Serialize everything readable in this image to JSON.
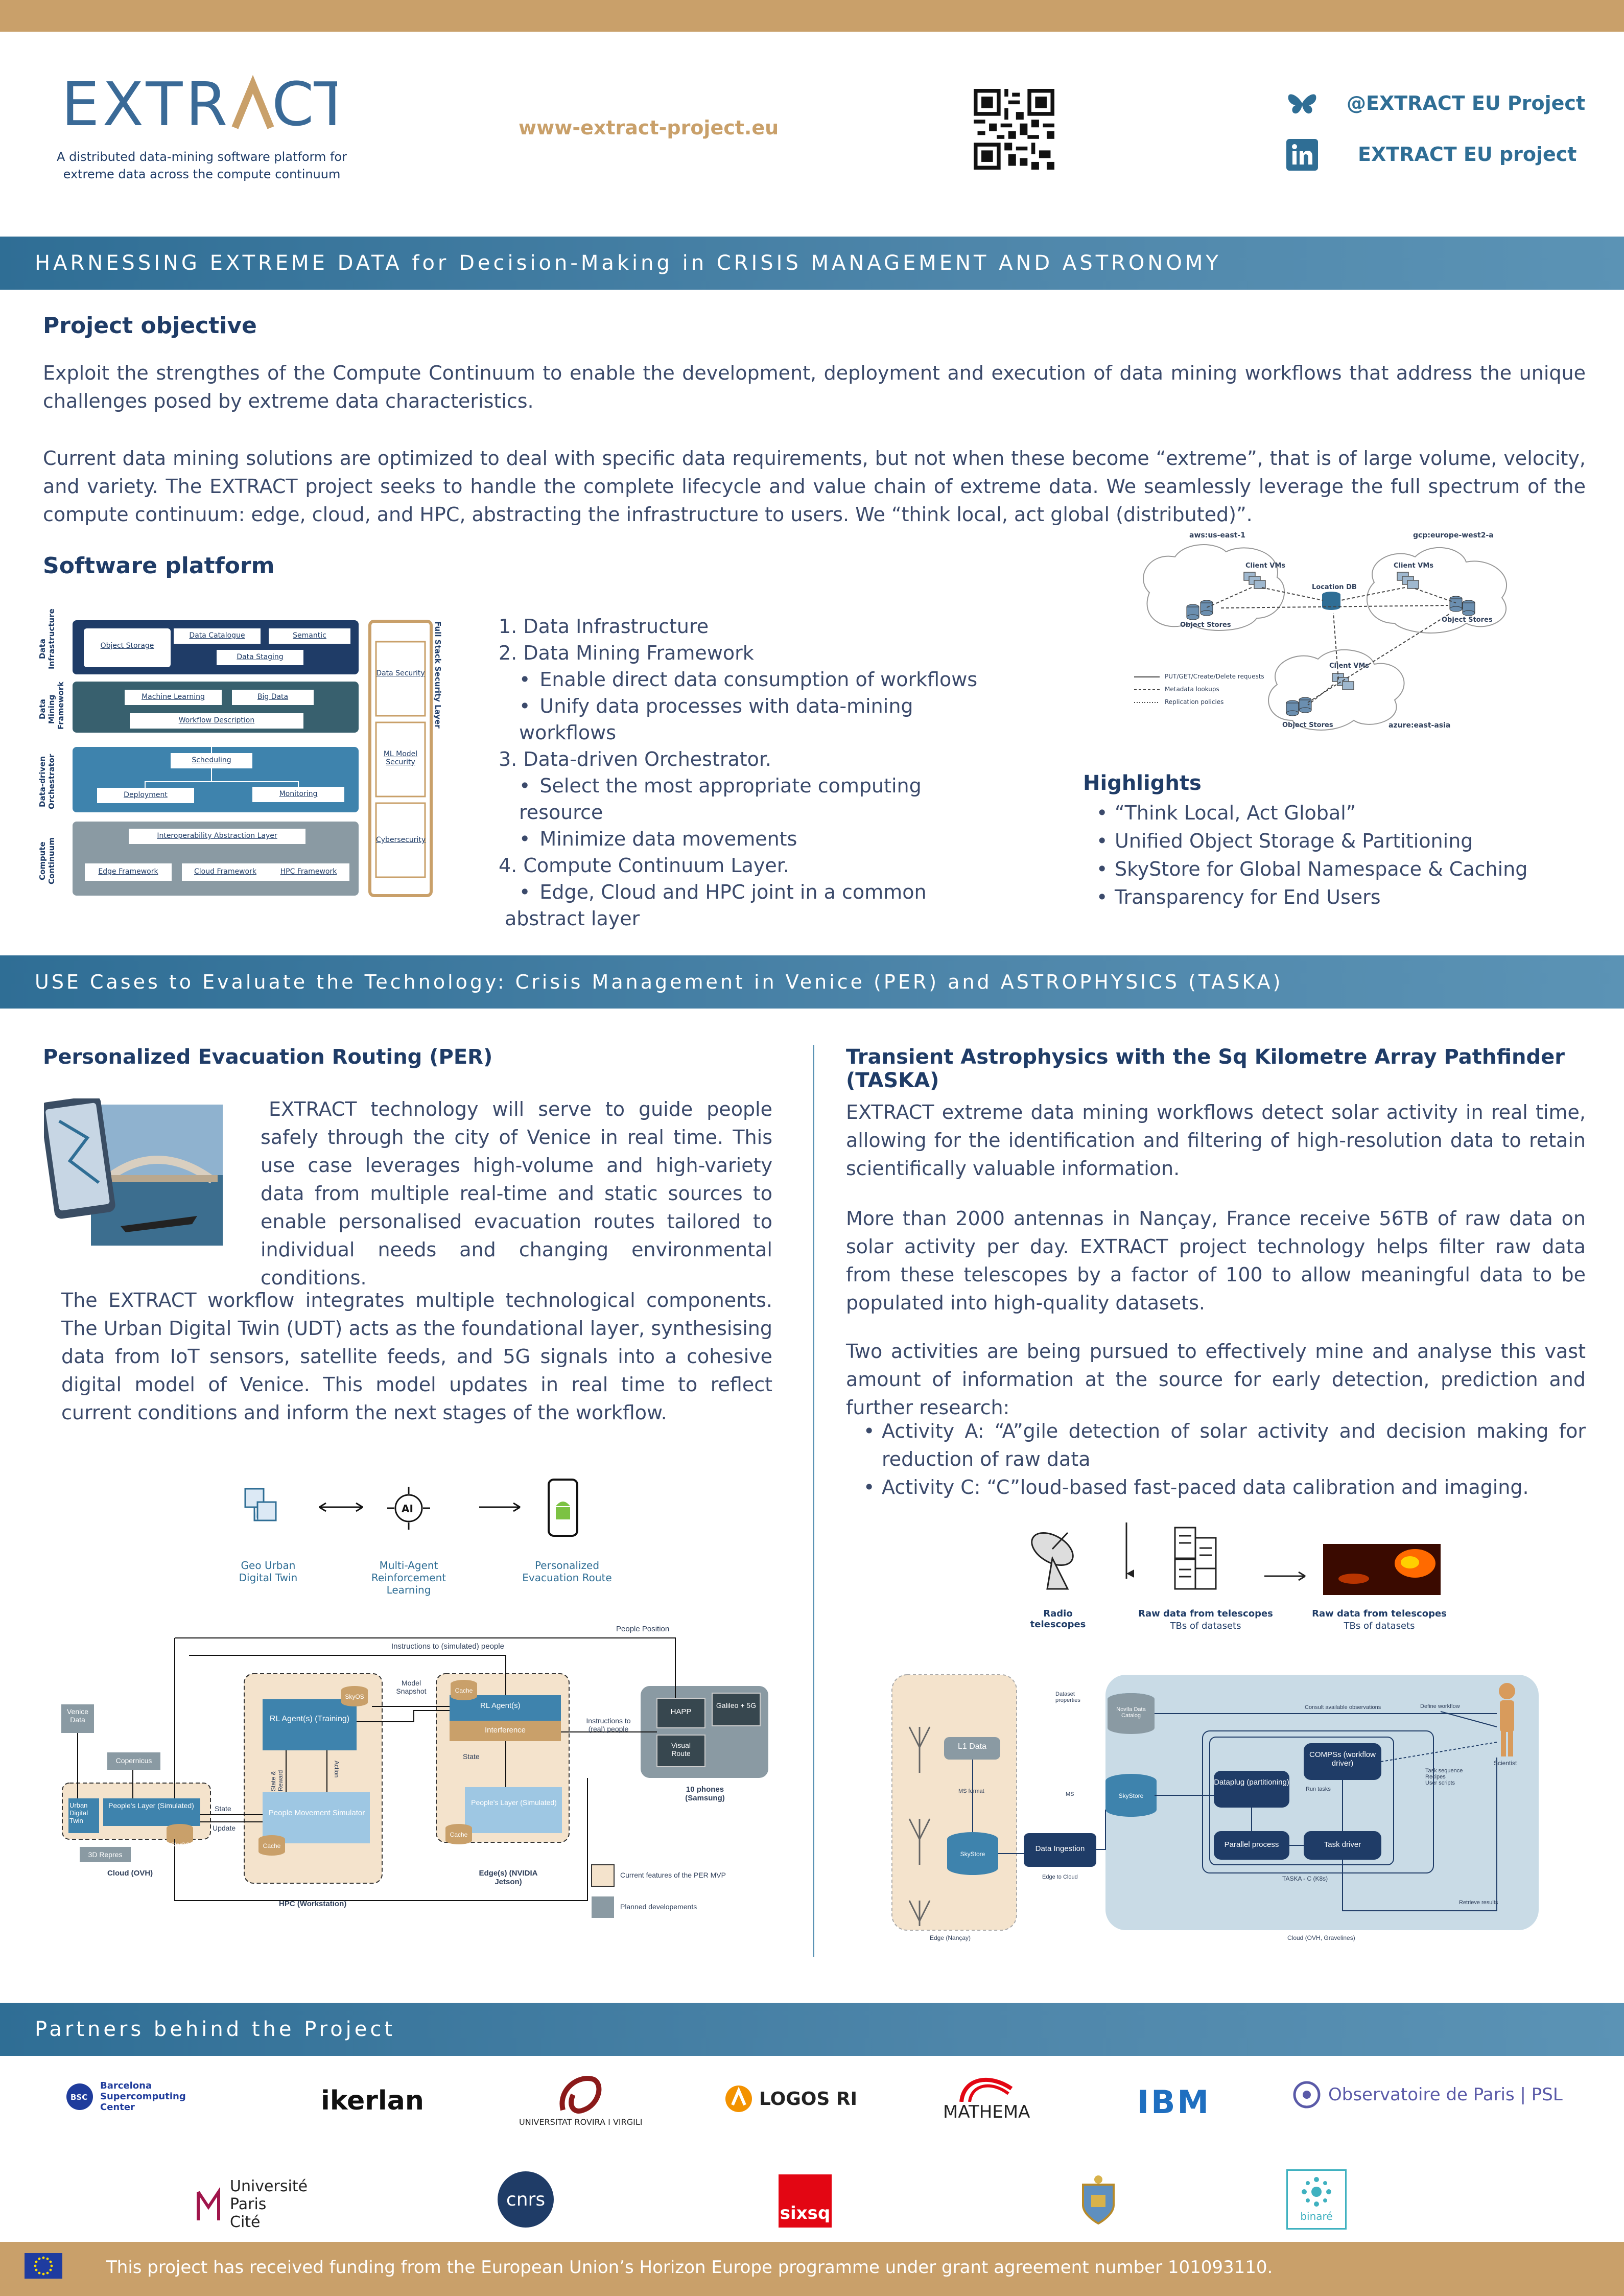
{
  "header": {
    "logo_text": "EXTRACT",
    "tagline_line1": "A distributed data-mining software platform for",
    "tagline_line2": "extreme data across the compute continuum",
    "website": "www-extract-project.eu",
    "bluesky": "@EXTRACT EU Project",
    "linkedin": "EXTRACT EU project"
  },
  "section1": {
    "band": "HARNESSING EXTREME DATA for Decision-Making in CRISIS MANAGEMENT AND ASTRONOMY",
    "objective_title": "Project objective",
    "objective_p1": "Exploit the strengthes of the Compute Continuum to enable the development, deployment and execution of data mining workflows that address the unique challenges posed by extreme data characteristics.",
    "objective_p2": "Current data mining solutions are optimized to deal with specific data requirements, but not when these become “extreme”, that is of large volume, velocity, and variety. The EXTRACT project seeks to handle the complete lifecycle and value chain of extreme data. We seamlessly leverage the full spectrum of the compute continuum: edge, cloud, and HPC, abstracting the infrastructure to users. We “think local, act global (distributed)”.",
    "software_title": "Software platform",
    "platform_list": [
      "1. Data Infrastructure",
      "2. Data Mining Framework",
      "Enable direct data consumption of workflows",
      "Unify data processes with data-mining workflows",
      "3. Data-driven Orchestrator.",
      "Select the most appropriate computing resource",
      "Minimize data movements",
      "4. Compute Continuum Layer.",
      "Edge, Cloud and HPC joint in a common",
      "abstract layer"
    ],
    "arch": {
      "layer1": "Data Infrastructure",
      "layer2": "Data Mining Framework",
      "layer3": "Data-driven Orchestrator",
      "layer4": "Compute Continuum",
      "object_storage": "Object Storage",
      "data_catalogue": "Data Catalogue",
      "semantic": "Semantic",
      "data_staging": "Data Staging",
      "machine_learning": "Machine Learning",
      "big_data": "Big Data",
      "workflow_description": "Workflow Description",
      "scheduling": "Scheduling",
      "deployment": "Deployment",
      "monitoring": "Monitoring",
      "interop": "Interoperability Abstraction Layer",
      "edge_fw": "Edge Framework",
      "cloud_fw": "Cloud Framework",
      "hpc_fw": "HPC Framework",
      "security_title": "Full Stack Security Layer",
      "data_security": "Data Security",
      "ml_security": "ML Model Security",
      "cybersecurity": "Cybersecurity"
    },
    "skystore": {
      "region1": "aws:us-east-1",
      "region2": "gcp:europe-west2-a",
      "region3": "azure:east-asia",
      "client_vms": "Client VMs",
      "location_db": "Location DB",
      "object_stores": "Object Stores",
      "legend1": "PUT/GET/Create/Delete requests",
      "legend2": "Metadata lookups",
      "legend3": "Replication policies"
    },
    "highlights_title": "Highlights",
    "highlights": [
      "“Think Local, Act Global”",
      "Unified Object Storage & Partitioning",
      "SkyStore for Global Namespace & Caching",
      "Transparency for End Users"
    ]
  },
  "section2": {
    "band": "USE Cases to Evaluate the Technology: Crisis Management in Venice (PER) and ASTROPHYSICS (TASKA)",
    "per_title": "Personalized Evacuation Routing (PER)",
    "per_p1": "EXTRACT technology will serve to guide people safely through the city of Venice in real time. This use case leverages high-volume and high-variety data from multiple real-time and static sources to enable personalised evacuation routes tailored to individual needs and changing environmental conditions.",
    "per_p2": "The EXTRACT workflow integrates multiple technological components. The Urban Digital Twin (UDT) acts as the foundational layer, synthesising data from IoT sensors, satellite feeds, and 5G signals into a cohesive digital model of Venice. This model updates in real time to reflect current conditions and inform the next stages of the workflow.",
    "per_flow": [
      "Geo Urban Digital Twin",
      "Multi-Agent Reinforcement Learning",
      "Personalized Evacuation Route"
    ],
    "per_diagram": {
      "people_position": "People Position",
      "instructions_sim": "Instructions to (simulated) people",
      "venice_data": "Venice Data",
      "copernicus": "Copernicus",
      "urban_dt": "Urban Digital Twin",
      "people_layer": "People's Layer (Simulated)",
      "repres": "3D Repres",
      "skyos": "SkyOS",
      "cloud": "Cloud (OVH)",
      "state": "State",
      "update": "Update",
      "rl_training": "RL Agent(s) (Training)",
      "state_reward": "State & Reward",
      "action": "Action",
      "pm_sim": "People Movement Simulator",
      "cache": "Cache",
      "hpc": "HPC (Workstation)",
      "model_snapshot": "Model Snapshot",
      "rl_agent": "RL Agent(s)",
      "interference": "Interference",
      "edge": "Edge(s) (NVIDIA Jetson)",
      "instructions_real": "Instructions to (real) people",
      "happ": "HAPP",
      "galileo": "Galileo + 5G",
      "visual_route": "Visual Route",
      "phones": "10 phones (Samsung)",
      "legend_current": "Current features of the PER MVP",
      "legend_planned": "Planned developements"
    },
    "taska_title": "Transient Astrophysics with the Sq Kilometre Array Pathfinder (TASKA)",
    "taska_p1": "EXTRACT extreme data mining workflows detect solar activity in real time, allowing for the identification and filtering of high-resolution data to retain scientifically valuable information.",
    "taska_p2": "More than 2000 antennas in Nançay, France receive 56TB of raw data on solar activity per day. EXTRACT project technology helps filter raw data from these telescopes by a factor of 100 to allow meaningful data to be populated into high-quality datasets.",
    "taska_p3": "Two activities are being pursued to effectively mine and analyse this vast amount of information at the source for early detection, prediction and further research:",
    "taska_bullets": [
      "Activity A: “A”gile detection of solar activity and decision making for reduction of raw data",
      "Activity C: “C”loud-based fast-paced data calibration and imaging."
    ],
    "taska_flow": {
      "radio": "Radio telescopes",
      "raw1": "Raw data from telescopes",
      "raw1_sub": "TBs of datasets",
      "raw2": "Raw data from telescopes",
      "raw2_sub": "TBs of datasets"
    },
    "taska_diagram": {
      "l1": "L1 Data",
      "ms_format": "MS format",
      "skystore": "SkyStore",
      "edge": "Edge (Nançay)",
      "data_ingestion": "Data Ingestion",
      "edge_cloud": "Edge to Cloud",
      "novila": "NovIla Data Catalog",
      "dataplug": "Dataplug (partitioning)",
      "compss": "COMPSs (workflow driver)",
      "parallel": "Parallel process",
      "task_driver": "Task driver",
      "taska_c": "TASKA - C (K8s)",
      "cloud": "Cloud (OVH, Gravelines)",
      "scientist": "Scientist",
      "consult": "Consult available observations",
      "retrieve": "Retrieve results",
      "define": "Define workflow",
      "task_list": "Task sequence\nRecipes\nUser scripts",
      "dataset_props": "Dataset properties",
      "ms": "MS",
      "run_tasks": "Run tasks"
    }
  },
  "section3": {
    "band": "Partners behind the Project",
    "partners_row1": [
      "Barcelona Supercomputing Center",
      "ikerlan",
      "UNIVERSITAT ROVIRA I VIRGILI",
      "LOGOS RI",
      "MATHEMA",
      "IBM",
      "Observatoire de Paris | PSL"
    ],
    "partners_row2": [
      "Université Paris Cité",
      "cnrs",
      "sixsq",
      "",
      "binaré"
    ]
  },
  "footer": {
    "funding": "This project has received funding from the European Union’s Horizon Europe programme under grant agreement number  101093110."
  },
  "colors": {
    "gold": "#c9a06a",
    "band_blue": "#2f6e95",
    "navy": "#1f3c67"
  }
}
